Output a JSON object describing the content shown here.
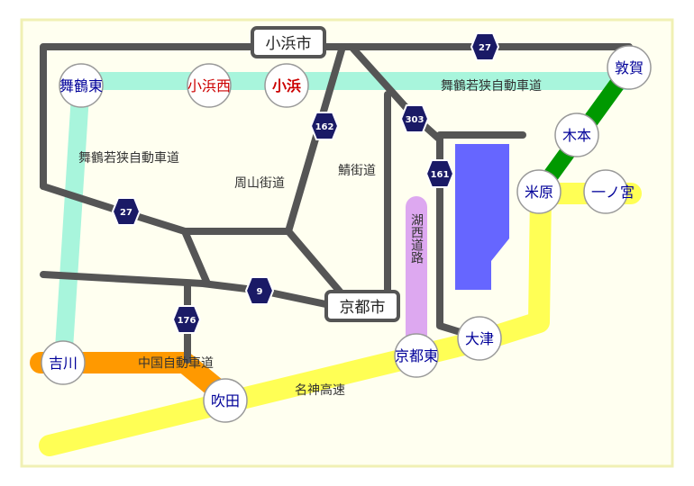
{
  "colors": {
    "frame_fill": "#fffff0",
    "frame_border": "#f0f0b4",
    "road_gray": "#555555",
    "expressway_mint": "#a8f5dc",
    "expressway_yellow": "#ffff55",
    "expressway_orange": "#ff9900",
    "expressway_green": "#009900",
    "expressway_purple": "#dda8f0",
    "lake": "#6666ff",
    "ic_text_blue": "#000099",
    "ic_text_red": "#cc0000",
    "route_badge": "#1a1a66"
  },
  "cities": {
    "obama": "小浜市",
    "kyoto": "京都市"
  },
  "ics": {
    "maizuru_higashi": "舞鶴東",
    "obama_nishi": "小浜西",
    "obama": "小浜",
    "tsuruga": "敦賀",
    "kinomoto": "木本",
    "maibara": "米原",
    "ichinomiya": "一ノ宮",
    "yoshikawa": "吉川",
    "suita": "吹田",
    "kyoto_higashi": "京都東",
    "otsu": "大津"
  },
  "roads": {
    "maizuru_wakasa_top": "舞鶴若狭自動車道",
    "maizuru_wakasa_left": "舞鶴若狭自動車道",
    "shuzan": "周山街道",
    "saba": "鯖街道",
    "kosei": "湖西道路",
    "chugoku": "中国自動車道",
    "meishin": "名神高速"
  },
  "routes": {
    "r27_top": "27",
    "r27_left": "27",
    "r162": "162",
    "r303": "303",
    "r161": "161",
    "r9": "9",
    "r176": "176"
  }
}
